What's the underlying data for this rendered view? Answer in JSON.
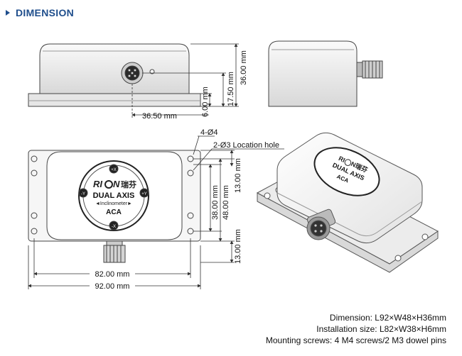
{
  "header": {
    "title": "DIMENSION"
  },
  "dims": {
    "d36": "36.00 mm",
    "d17": "17.50 mm",
    "d6": "6.00 mm",
    "d365": "36.50 mm",
    "d4": "4-Ø4",
    "d3": "2-Ø3 Location hole",
    "d13a": "13.00 mm",
    "d38": "38.00 mm",
    "d48": "48.00 mm",
    "d13b": "13.00 mm",
    "d82": "82.00 mm",
    "d92": "92.00 mm"
  },
  "label": {
    "brand": "RI",
    "brand2": "N",
    "brand_cn": "瑞芬",
    "line1": "DUAL AXIS",
    "line2": "◄Inclinometer►",
    "model": "ACA",
    "px": "+X",
    "nx": "-X",
    "py": "+Y",
    "ny": "-Y"
  },
  "specs": [
    "Dimension: L92×W48×H36mm",
    "Installation size: L82×W38×H6mm",
    "Mounting screws: 4 M4 screws/2 M3 dowel pins"
  ]
}
